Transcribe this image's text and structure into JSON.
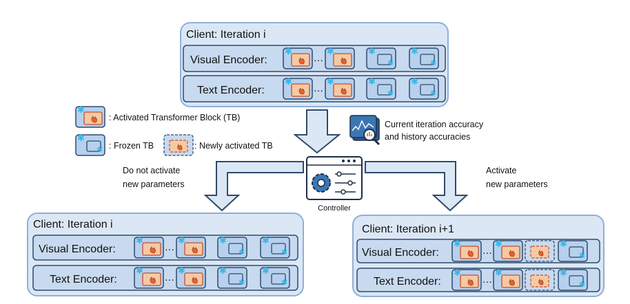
{
  "top_panel": {
    "title": "Client: Iteration i",
    "visual_label": "Visual Encoder:",
    "text_label": "Text Encoder:",
    "ellipsis": "···"
  },
  "bottom_left_panel": {
    "title": "Client: Iteration i",
    "visual_label": "Visual Encoder:",
    "text_label": "Text Encoder:",
    "ellipsis": "···"
  },
  "bottom_right_panel": {
    "title": "Client: Iteration i+1",
    "visual_label": "Visual Encoder:",
    "text_label": "Text Encoder:",
    "ellipsis": "···"
  },
  "legend": {
    "activated": ": Activated Transformer Block (TB)",
    "frozen": ": Frozen TB",
    "newly": ": Newly activated TB"
  },
  "accuracy": {
    "line1": "Current iteration accuracy",
    "line2": "and history accuracies"
  },
  "controller_label": "Controller",
  "left_branch": {
    "line1": "Do not activate",
    "line2": "new parameters"
  },
  "right_branch": {
    "line1": "Activate",
    "line2": "new parameters"
  },
  "colors": {
    "panel_fill": "#dbe7f5",
    "panel_stroke": "#8fb0d6",
    "row_fill": "#c8daef",
    "row_stroke": "#2f4a6b",
    "block_fill": "#b7d0ee",
    "activated_fill": "#f6c9a5",
    "activated_stroke": "#c0502a",
    "snow": "#35b8e8",
    "flame": "#e8612c",
    "arrow_fill": "#dbe7f5",
    "arrow_stroke": "#2f4a6b"
  }
}
